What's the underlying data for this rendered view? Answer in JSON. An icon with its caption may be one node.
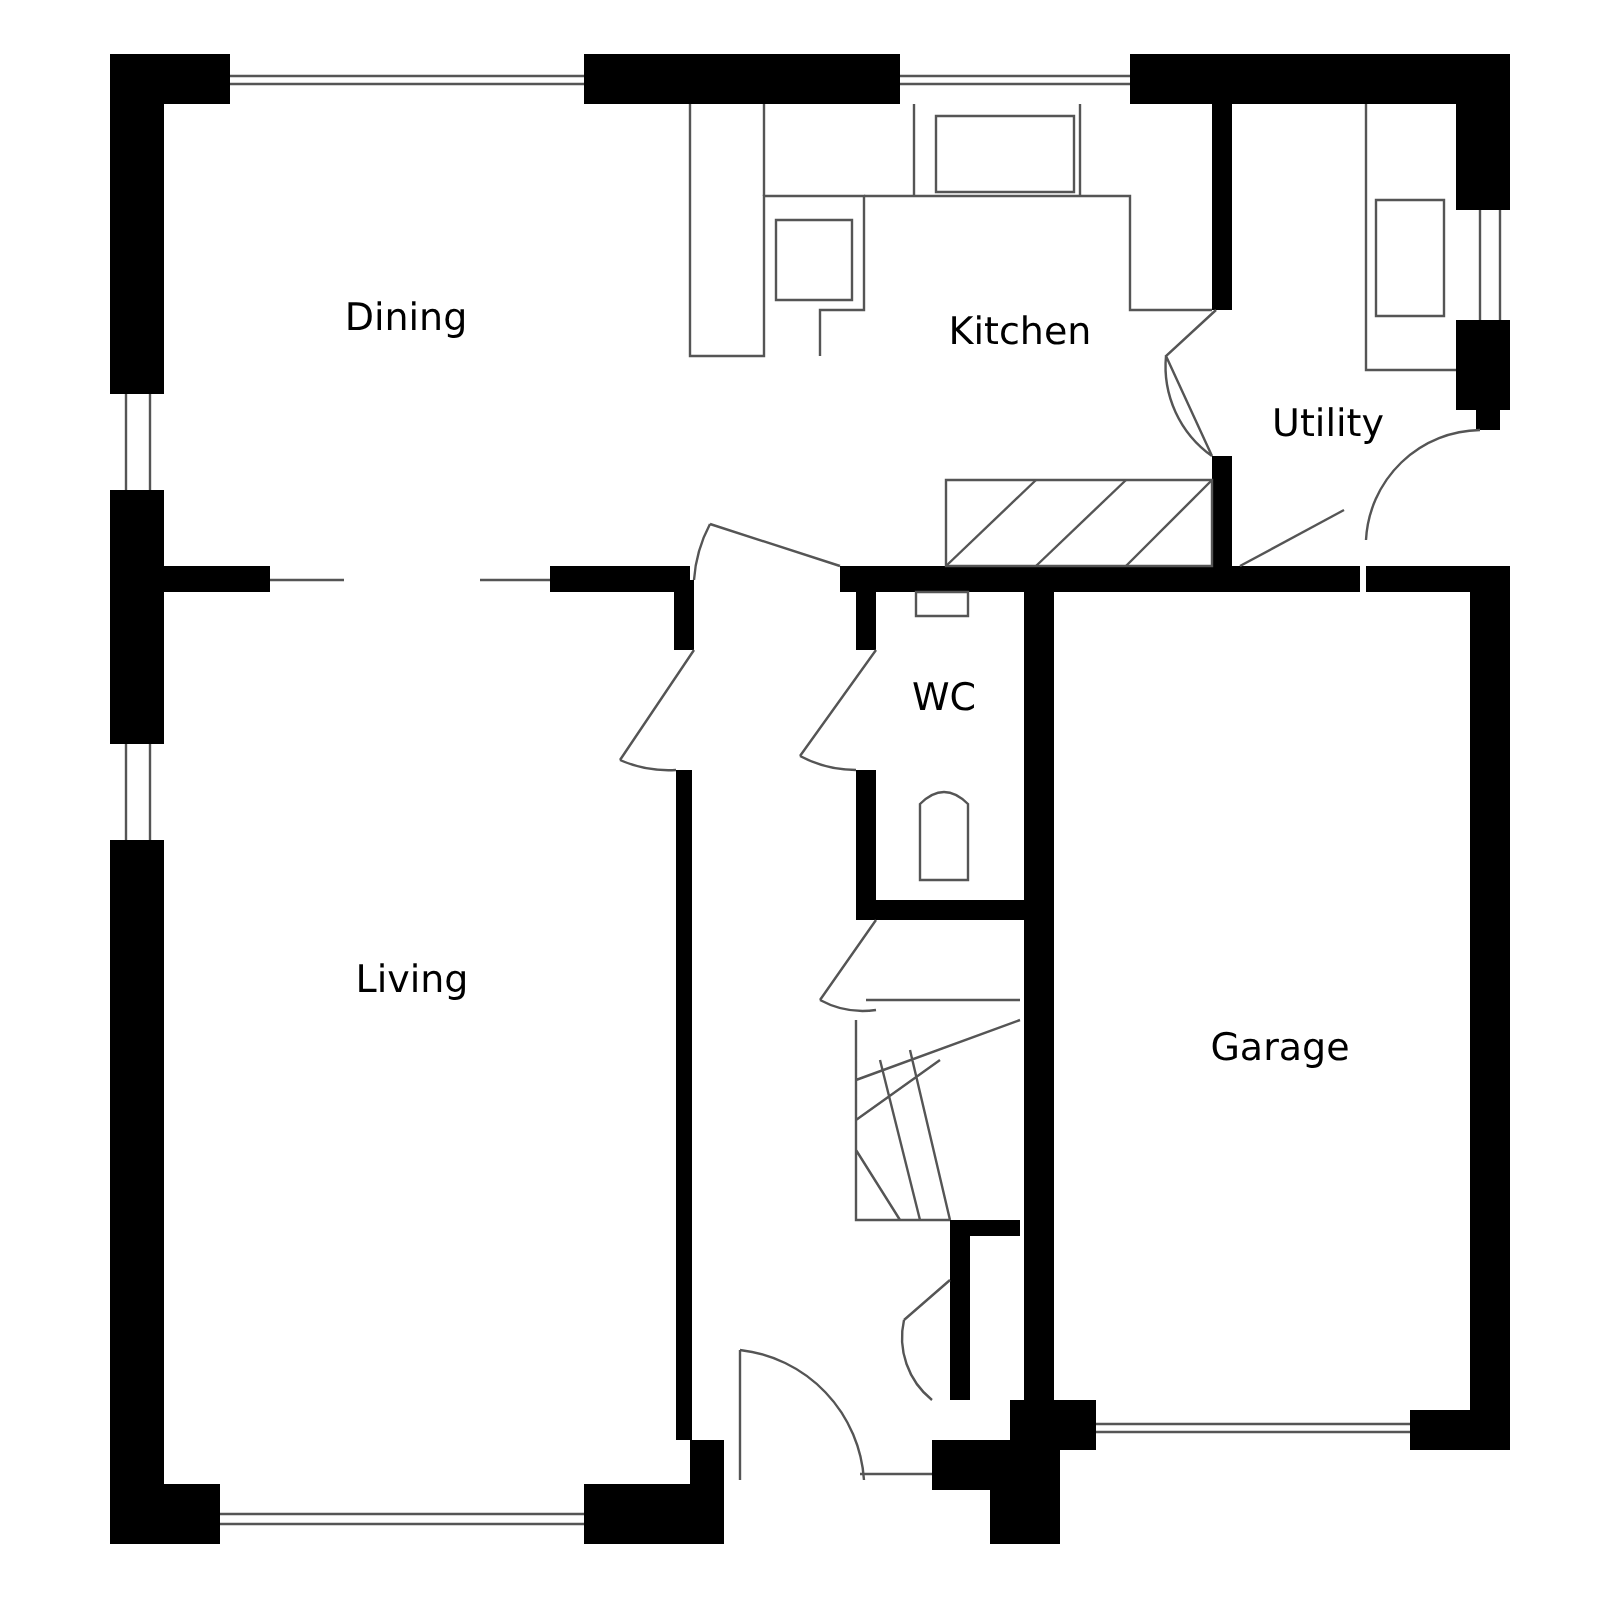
{
  "diagram": {
    "labels": [
      "Dining",
      "Kitchen",
      "Utility",
      "WC",
      "Living",
      "Garage"
    ]
  }
}
